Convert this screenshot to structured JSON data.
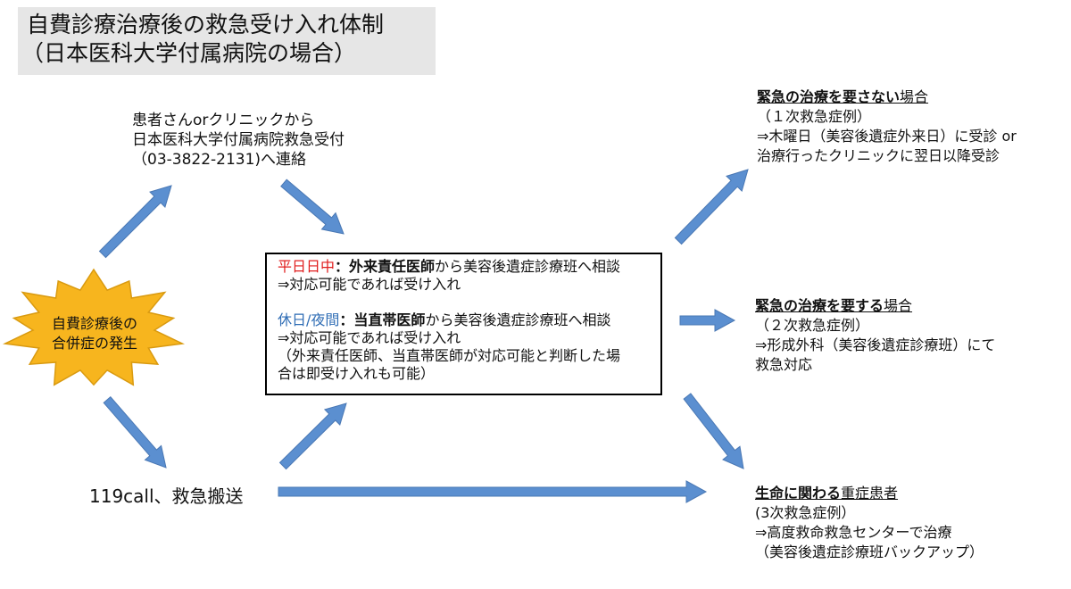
{
  "title": {
    "line1": "自費診療治療後の救急受け入れ体制",
    "line2": "（日本医科大学付属病院の場合）"
  },
  "origin": {
    "line1": "自費診療後の",
    "line2": "合併症の発生"
  },
  "contact": {
    "line1": "患者さんorクリニックから",
    "line2": "日本医科大学付属病院救急受付",
    "line3": "（03-3822-2131)へ連絡"
  },
  "ambulance": {
    "label": "119call、救急搬送"
  },
  "center": {
    "weekday_label": "平日日中",
    "weekday_sep": "：",
    "weekday_doctor": "外来責任医師",
    "weekday_rest": "から美容後遺症診療班へ相談",
    "weekday_line2": "⇒対応可能であれば受け入れ",
    "holiday_label": "休日/夜間",
    "holiday_sep": "：",
    "holiday_doctor": "当直帯医師",
    "holiday_rest": "から美容後遺症診療班へ相談",
    "holiday_line2": "⇒対応可能であれば受け入れ",
    "note_line1": "（外来責任医師、当直帯医師が対応可能と判断した場",
    "note_line2": "合は即受け入れも可能）"
  },
  "outcome_primary": {
    "heading_bold": "緊急の治療を要さない",
    "heading_rest": "場合",
    "line1": "（１次救急症例）",
    "line2": "⇒木曜日（美容後遺症外来日）に受診 or",
    "line3": "治療行ったクリニックに翌日以降受診"
  },
  "outcome_secondary": {
    "heading_bold": "緊急の治療を要する",
    "heading_rest": "場合",
    "line1": "（２次救急症例）",
    "line2": "⇒形成外科（美容後遺症診療班）にて",
    "line3": "救急対応"
  },
  "outcome_tertiary": {
    "heading_bold": "生命に関わる",
    "heading_rest": "重症患者",
    "line1": "(3次救急症例）",
    "line2": "⇒高度救命救急センターで治療",
    "line3": "（美容後遺症診療班バックアップ）"
  },
  "colors": {
    "arrow": "#5b8fd0",
    "arrow_stroke": "#4a78b4",
    "burst": "#f7b51e",
    "burst_stroke": "#d99a10",
    "title_bg": "#e6e6e6",
    "weekday": "#e01e1e",
    "holiday": "#2f6db5"
  }
}
